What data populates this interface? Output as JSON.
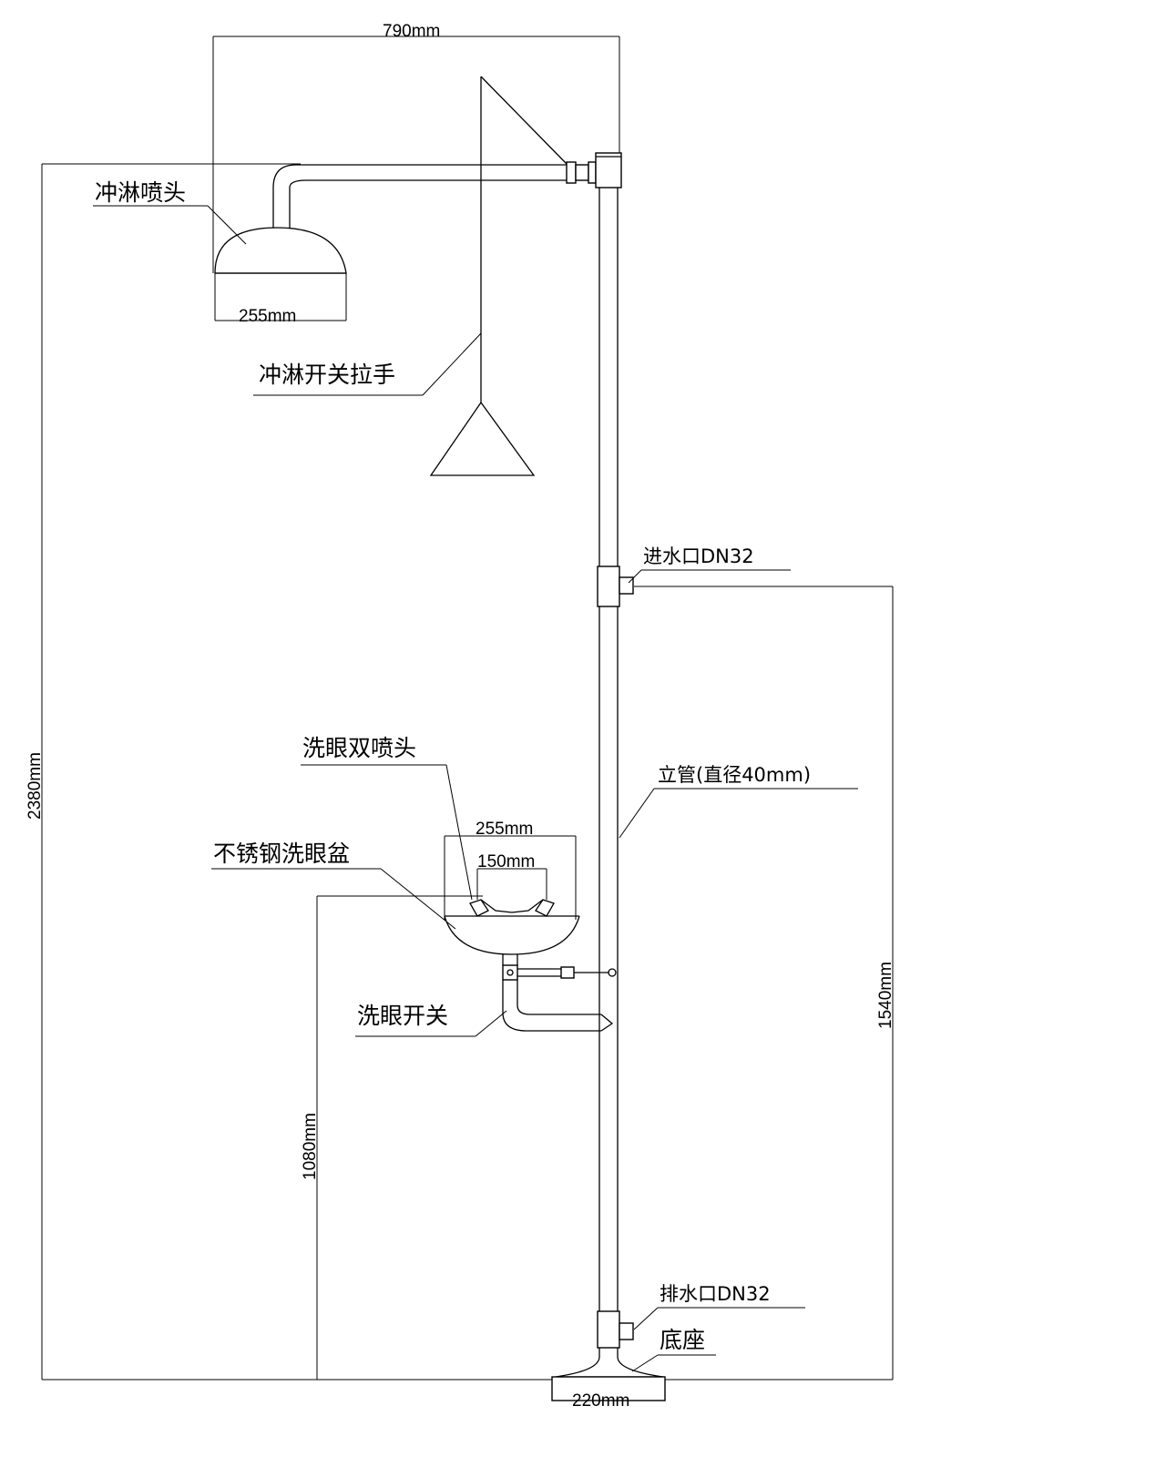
{
  "labels": {
    "shower_head": "冲淋喷头",
    "shower_pull": "冲淋开关拉手",
    "inlet": "进水口DN32",
    "eye_dual_nozzle": "洗眼双喷头",
    "standpipe": "立管(直径40mm)",
    "eye_bowl": "不锈钢洗眼盆",
    "eye_switch": "洗眼开关",
    "drain": "排水口DN32",
    "base": "底座"
  },
  "dimensions": {
    "total_width": "790mm",
    "shower_head_width": "255mm",
    "total_height": "2380mm",
    "inlet_height": "1540mm",
    "bowl_height": "1080mm",
    "bowl_width": "255mm",
    "nozzle_spacing": "150mm",
    "base_width": "220mm"
  },
  "colors": {
    "line": "#000000",
    "background": "#ffffff"
  }
}
